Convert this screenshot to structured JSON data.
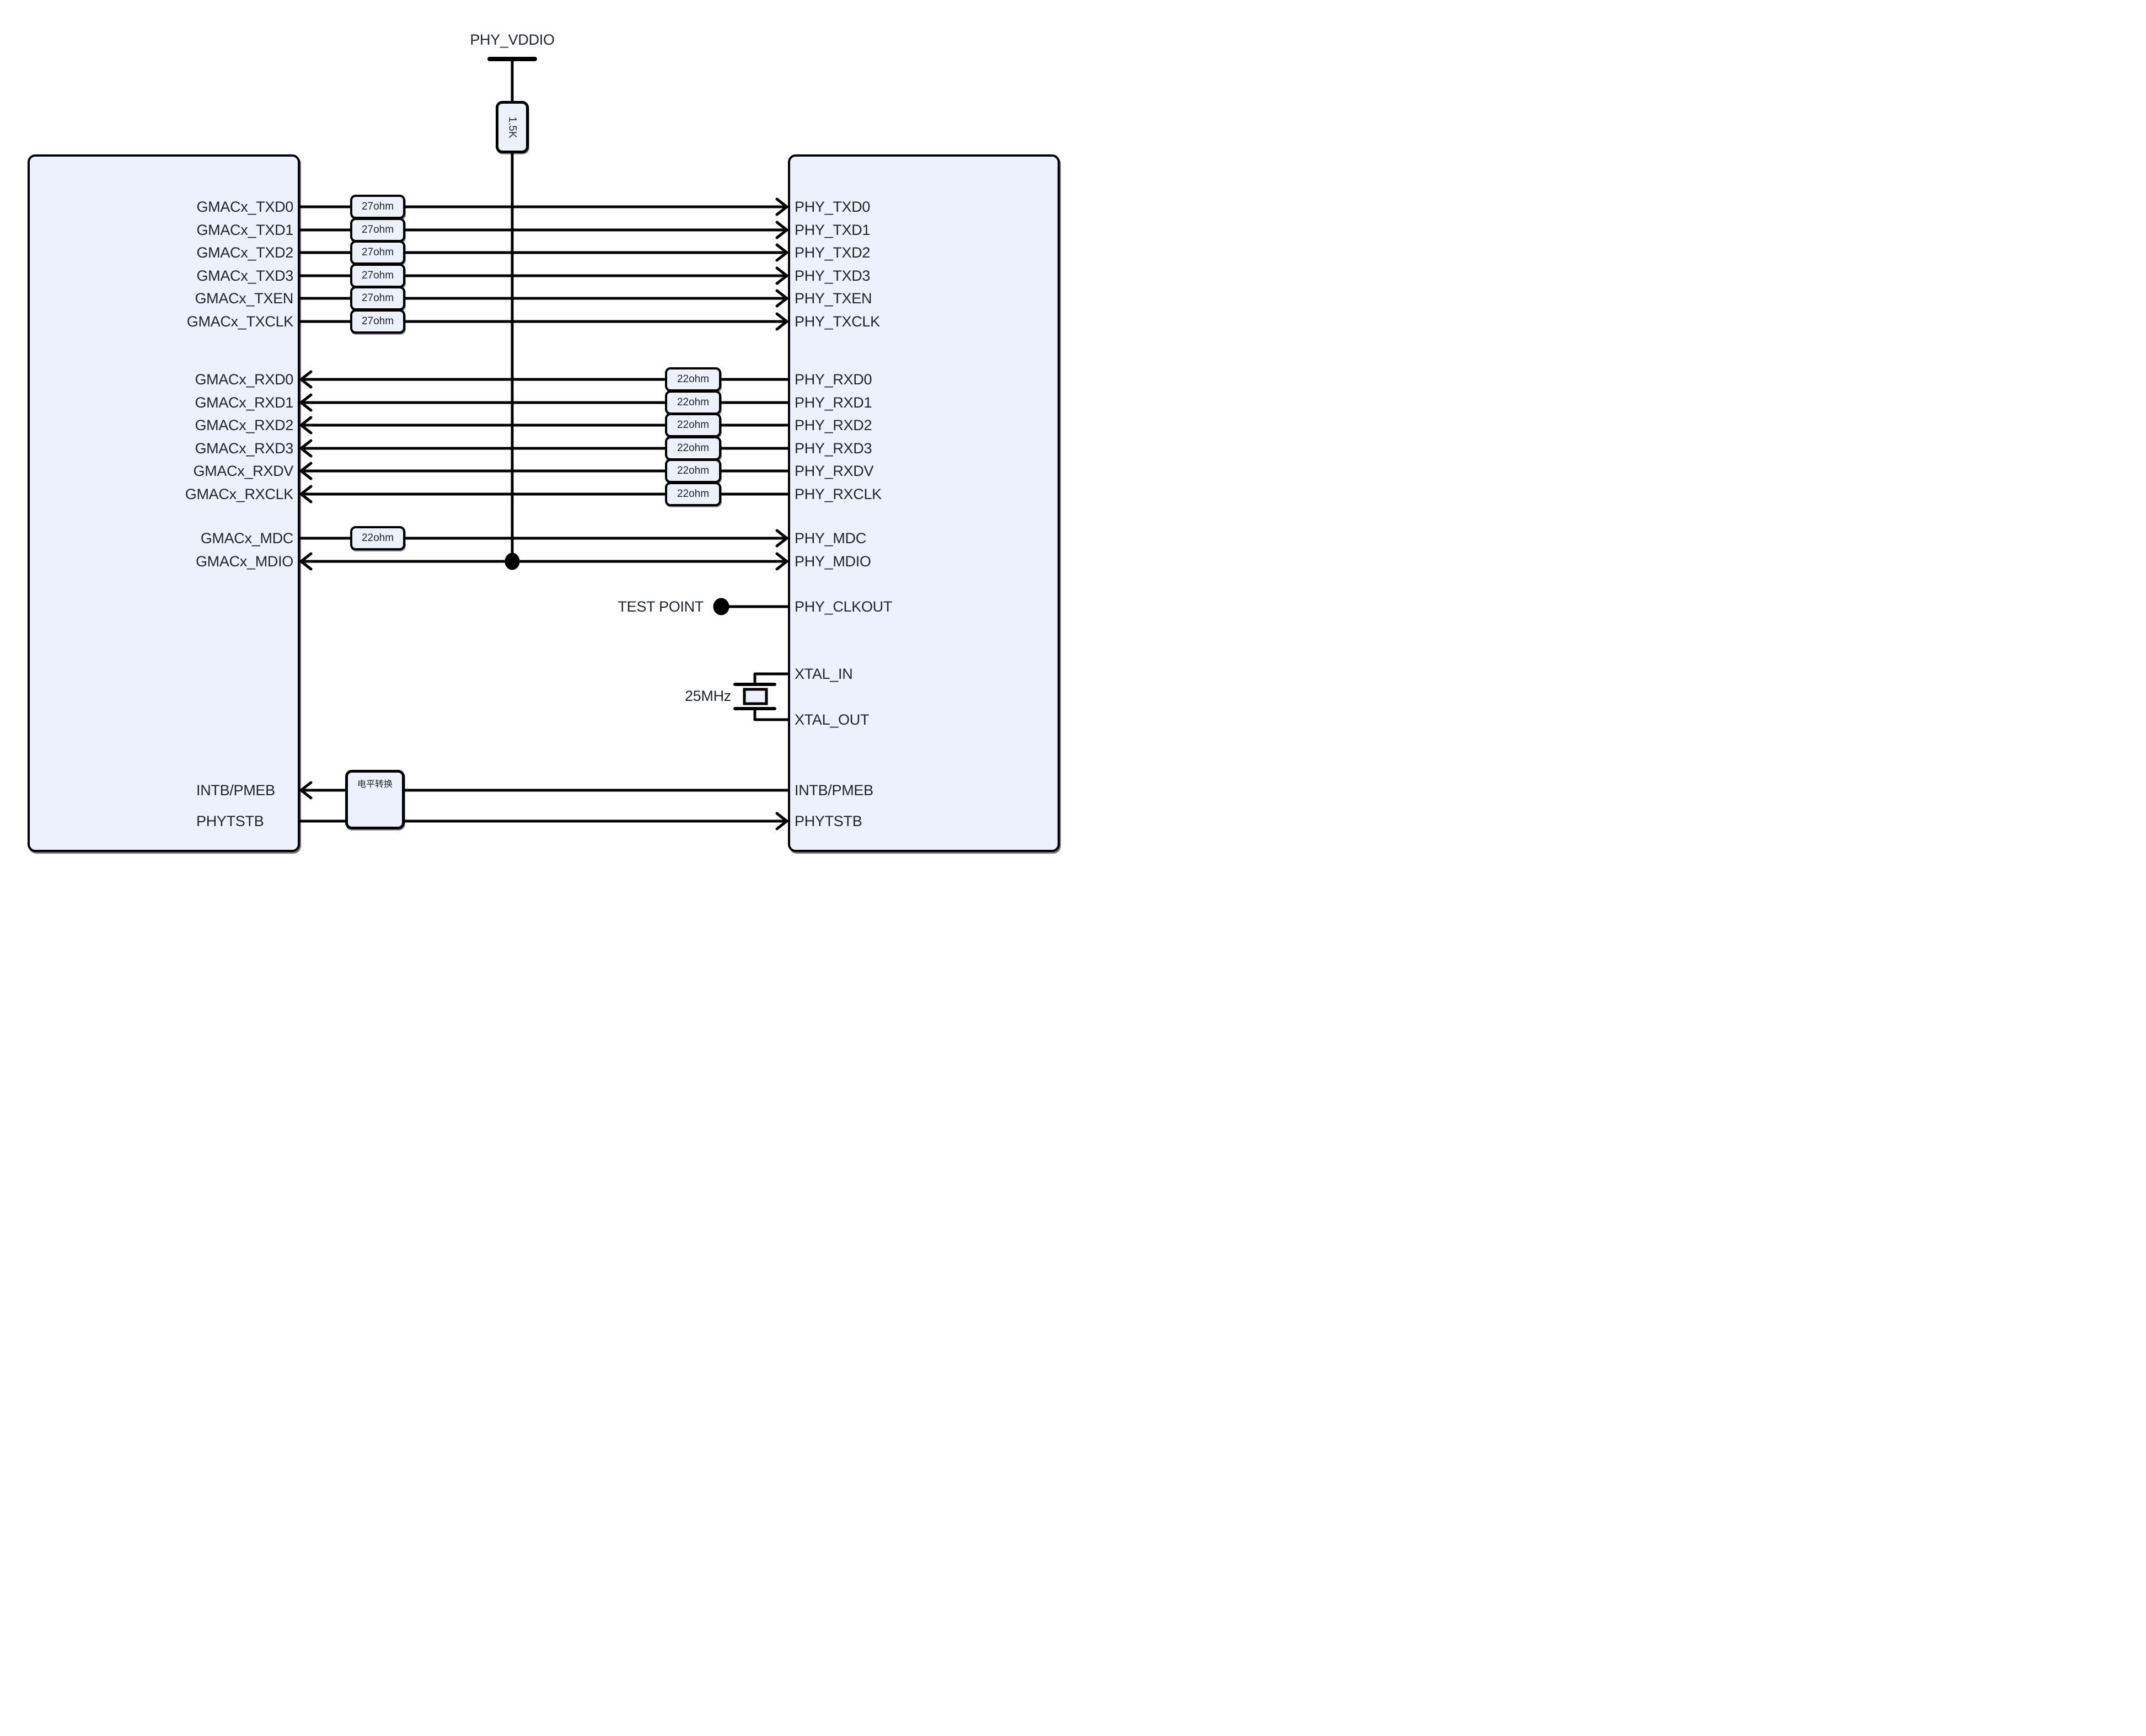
{
  "colors": {
    "box_fill": "#edf1fb",
    "line": "#000000",
    "text": "#20242c"
  },
  "power": {
    "label": "PHY_VDDIO",
    "resistor_value": "1.5K"
  },
  "tx_rows": [
    {
      "left": "GMACx_TXD0",
      "res": "27ohm",
      "right": "PHY_TXD0"
    },
    {
      "left": "GMACx_TXD1",
      "res": "27ohm",
      "right": "PHY_TXD1"
    },
    {
      "left": "GMACx_TXD2",
      "res": "27ohm",
      "right": "PHY_TXD2"
    },
    {
      "left": "GMACx_TXD3",
      "res": "27ohm",
      "right": "PHY_TXD3"
    },
    {
      "left": "GMACx_TXEN",
      "res": "27ohm",
      "right": "PHY_TXEN"
    },
    {
      "left": "GMACx_TXCLK",
      "res": "27ohm",
      "right": "PHY_TXCLK"
    }
  ],
  "rx_rows": [
    {
      "left": "GMACx_RXD0",
      "res": "22ohm",
      "right": "PHY_RXD0"
    },
    {
      "left": "GMACx_RXD1",
      "res": "22ohm",
      "right": "PHY_RXD1"
    },
    {
      "left": "GMACx_RXD2",
      "res": "22ohm",
      "right": "PHY_RXD2"
    },
    {
      "left": "GMACx_RXD3",
      "res": "22ohm",
      "right": "PHY_RXD3"
    },
    {
      "left": "GMACx_RXDV",
      "res": "22ohm",
      "right": "PHY_RXDV"
    },
    {
      "left": "GMACx_RXCLK",
      "res": "22ohm",
      "right": "PHY_RXCLK"
    }
  ],
  "mgmt_rows": [
    {
      "left": "GMACx_MDC",
      "res": "22ohm",
      "right": "PHY_MDC"
    },
    {
      "left": "GMACx_MDIO",
      "right": "PHY_MDIO"
    }
  ],
  "clkout": {
    "test_point_label": "TEST POINT",
    "right": "PHY_CLKOUT"
  },
  "crystal": {
    "freq": "25MHz",
    "xtal_in": "XTAL_IN",
    "xtal_out": "XTAL_OUT"
  },
  "bottom": {
    "level_shifter_label": "电平转换",
    "intb_left": "INTB/PMEB",
    "intb_right": "INTB/PMEB",
    "phytstb_left": "PHYTSTB",
    "phytstb_right": "PHYTSTB"
  }
}
